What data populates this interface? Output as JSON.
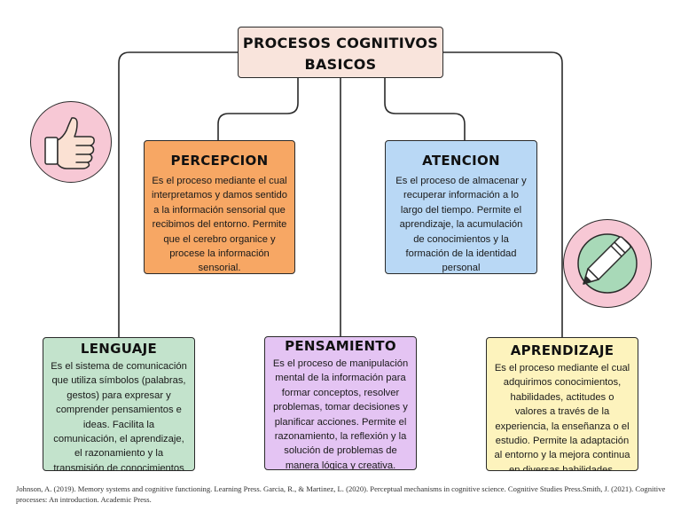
{
  "root": {
    "title_line1": "PROCESOS COGNITIVOS",
    "title_line2": "BASICOS"
  },
  "nodes": {
    "percepcion": {
      "title": "PERCEPCION",
      "text": "Es el proceso mediante el cual interpretamos y damos sentido a la información sensorial que recibimos del entorno. Permite que el cerebro organice y procese la información sensorial."
    },
    "atencion": {
      "title": "ATENCION",
      "text": "Es el proceso de almacenar y recuperar información a lo largo del tiempo. Permite el aprendizaje, la acumulación de conocimientos y la formación de la identidad personal"
    },
    "lenguaje": {
      "title": "LENGUAJE",
      "text": "Es el sistema de comunicación que utiliza símbolos (palabras, gestos) para expresar y comprender pensamientos e ideas. Facilita la comunicación, el aprendizaje, el razonamiento y la transmisión de conocimientos culturales."
    },
    "pensamiento": {
      "title": "PENSAMIENTO",
      "text": "Es el proceso de manipulación mental de la información para formar conceptos, resolver problemas, tomar decisiones y planificar acciones. Permite el razonamiento, la reflexión y la solución de problemas de manera lógica y creativa."
    },
    "aprendizaje": {
      "title": "APRENDIZAJE",
      "text": "Es el proceso mediante el cual adquirimos conocimientos, habilidades, actitudes o valores a través de la experiencia, la enseñanza o el estudio. Permite la adaptación al entorno y la mejora continua en diversas habilidades."
    }
  },
  "icons": {
    "left": "thumbs-up-icon",
    "right": "pencil-icon"
  },
  "colors": {
    "root": "#f9e4dc",
    "percepcion": "#f7a764",
    "atencion": "#b9d8f5",
    "lenguaje": "#c3e3cc",
    "pensamiento": "#e4c4f3",
    "aprendizaje": "#fdf3bd",
    "icon_circle": "#f7c8d5",
    "pencil_circle": "#a8d9b8"
  },
  "references": "Johnson, A. (2019). Memory systems and cognitive functioning. Learning Press. Garcia, R., & Martinez, L. (2020). Perceptual mechanisms in cognitive science. Cognitive Studies Press.Smith, J. (2021). Cognitive processes: An introduction. Academic Press."
}
